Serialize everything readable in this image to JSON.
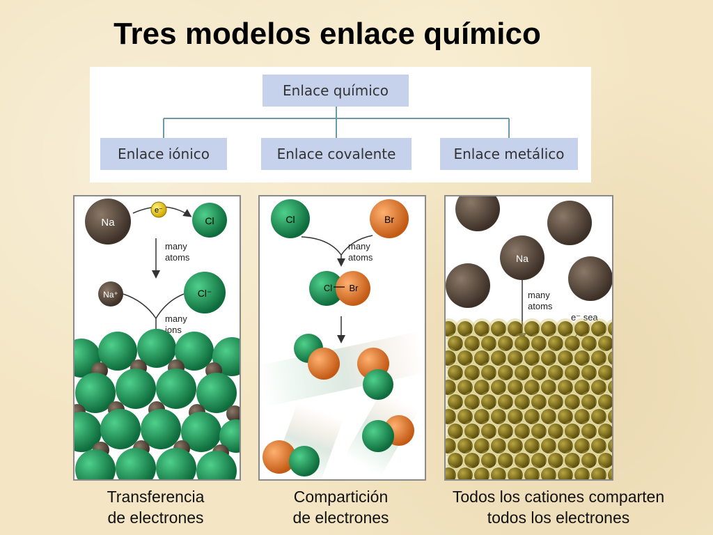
{
  "title": "Tres modelos enlace químico",
  "tree": {
    "root": "Enlace químico",
    "children": [
      "Enlace iónico",
      "Enlace covalente",
      "Enlace metálico"
    ]
  },
  "panels": {
    "ionic": {
      "atom_na": "Na",
      "atom_cl": "Cl",
      "electron": "e⁻",
      "step1_line1": "many",
      "step1_line2": "atoms",
      "ion_na": "Na⁺",
      "ion_cl": "Cl⁻",
      "step2_line1": "many",
      "step2_line2": "ions",
      "caption_line1": "Transferencia",
      "caption_line2": "de electrones"
    },
    "covalent": {
      "atom_cl": "Cl",
      "atom_br": "Br",
      "step_line1": "many",
      "step_line2": "atoms",
      "molecule_cl": "Cl",
      "molecule_br": "Br",
      "caption_line1": "Compartición",
      "caption_line2": "de electrones"
    },
    "metallic": {
      "atom_na": "Na",
      "step_line1": "many",
      "step_line2": "atoms",
      "sea_label": "e⁻ sea",
      "caption_line1": "Todos los cationes comparten",
      "caption_line2": "todos los electrones"
    }
  },
  "colors": {
    "sodium": "#5b4a3c",
    "chlorine": "#1f9a5a",
    "bromine": "#e07a30",
    "electron": "#f3d21a",
    "metal": "#8b7a1e",
    "node_fill": "#c6d2ec",
    "connector": "#6c9aa8"
  }
}
